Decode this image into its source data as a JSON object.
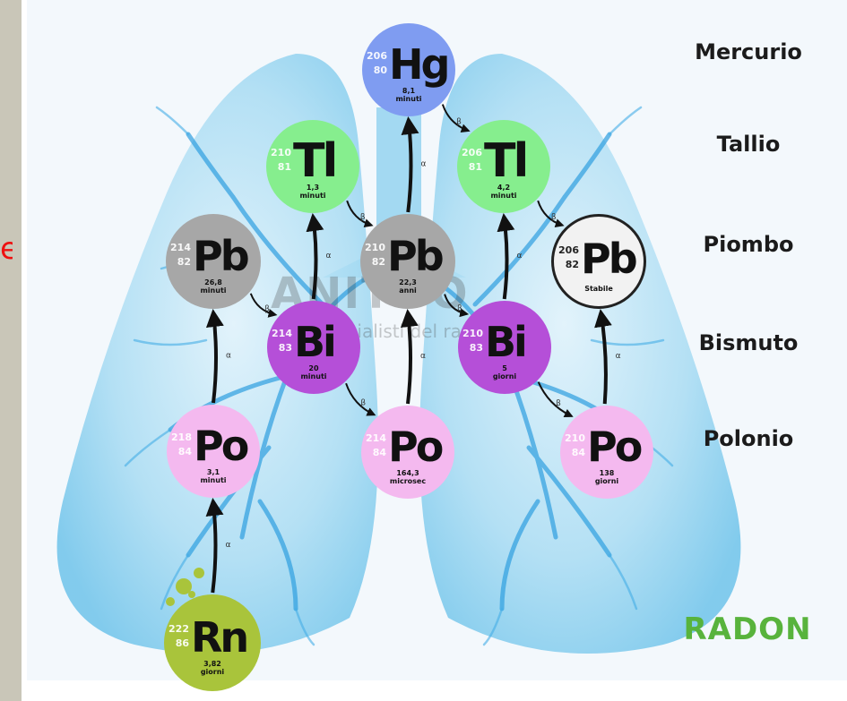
{
  "side_text": "e",
  "watermark": {
    "brand": "ANITOO",
    "tagline": "specialisti del radon"
  },
  "rows": [
    {
      "id": "mercurio",
      "label": "Mercurio"
    },
    {
      "id": "tallio",
      "label": "Tallio"
    },
    {
      "id": "piombo",
      "label": "Piombo"
    },
    {
      "id": "bismuto",
      "label": "Bismuto"
    },
    {
      "id": "polonio",
      "label": "Polonio"
    }
  ],
  "brand": "RADON",
  "colors": {
    "radon": "#a9c43b",
    "polonio": "#f4b9ef",
    "bismuto": "#b54fd8",
    "piombo": "#a7a7a7",
    "piombo_stabile": "#f2f2f2",
    "tallio": "#86ee8e",
    "mercurio": "#7f9cf1",
    "brand_green": "#58b33c",
    "side_red": "#ee1111"
  },
  "nodes": [
    {
      "id": "rn222",
      "symbol": "Rn",
      "mass": "222",
      "atomic": "86",
      "half_life": "3,82",
      "unit": "giorni"
    },
    {
      "id": "po218",
      "symbol": "Po",
      "mass": "218",
      "atomic": "84",
      "half_life": "3,1",
      "unit": "minuti"
    },
    {
      "id": "pb214",
      "symbol": "Pb",
      "mass": "214",
      "atomic": "82",
      "half_life": "26,8",
      "unit": "minuti"
    },
    {
      "id": "bi214",
      "symbol": "Bi",
      "mass": "214",
      "atomic": "83",
      "half_life": "20",
      "unit": "minuti"
    },
    {
      "id": "tl210",
      "symbol": "Tl",
      "mass": "210",
      "atomic": "81",
      "half_life": "1,3",
      "unit": "minuti"
    },
    {
      "id": "po214",
      "symbol": "Po",
      "mass": "214",
      "atomic": "84",
      "half_life": "164,3",
      "unit": "microsec"
    },
    {
      "id": "pb210",
      "symbol": "Pb",
      "mass": "210",
      "atomic": "82",
      "half_life": "22,3",
      "unit": "anni"
    },
    {
      "id": "hg206",
      "symbol": "Hg",
      "mass": "206",
      "atomic": "80",
      "half_life": "8,1",
      "unit": "minuti"
    },
    {
      "id": "tl206",
      "symbol": "Tl",
      "mass": "206",
      "atomic": "81",
      "half_life": "4,2",
      "unit": "minuti"
    },
    {
      "id": "bi210",
      "symbol": "Bi",
      "mass": "210",
      "atomic": "83",
      "half_life": "5",
      "unit": "giorni"
    },
    {
      "id": "po210",
      "symbol": "Po",
      "mass": "210",
      "atomic": "84",
      "half_life": "138",
      "unit": "giorni"
    },
    {
      "id": "pb206",
      "symbol": "Pb",
      "mass": "206",
      "atomic": "82",
      "half_life": "",
      "unit": "Stabile"
    }
  ],
  "decays": [
    {
      "from": "rn222",
      "to": "po218",
      "mode": "α"
    },
    {
      "from": "po218",
      "to": "pb214",
      "mode": "α"
    },
    {
      "from": "pb214",
      "to": "bi214",
      "mode": "β"
    },
    {
      "from": "bi214",
      "to": "tl210",
      "mode": "α"
    },
    {
      "from": "bi214",
      "to": "po214",
      "mode": "β"
    },
    {
      "from": "tl210",
      "to": "pb210",
      "mode": "β"
    },
    {
      "from": "po214",
      "to": "pb210",
      "mode": "α"
    },
    {
      "from": "pb210",
      "to": "hg206",
      "mode": "α"
    },
    {
      "from": "pb210",
      "to": "bi210",
      "mode": "β"
    },
    {
      "from": "hg206",
      "to": "tl206",
      "mode": "β"
    },
    {
      "from": "bi210",
      "to": "tl206",
      "mode": "α"
    },
    {
      "from": "bi210",
      "to": "po210",
      "mode": "β"
    },
    {
      "from": "tl206",
      "to": "pb206",
      "mode": "β"
    },
    {
      "from": "po210",
      "to": "pb206",
      "mode": "α"
    }
  ]
}
